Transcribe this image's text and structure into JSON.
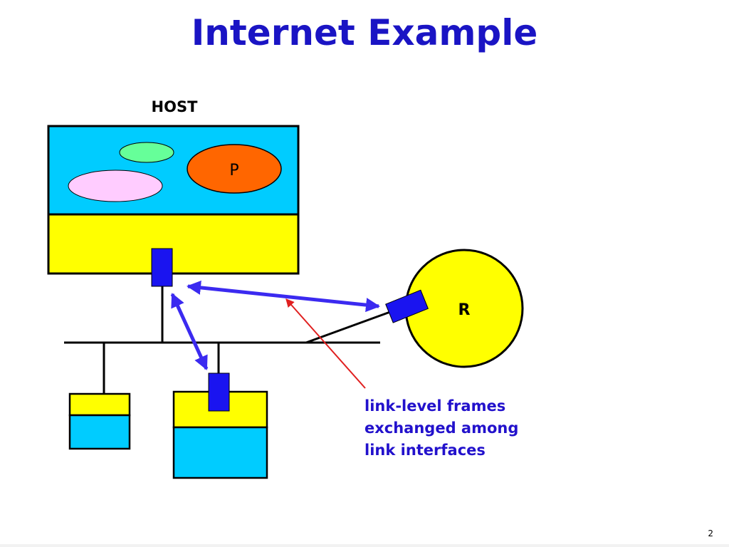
{
  "slide": {
    "title": "Internet Example",
    "page_number": "2"
  },
  "diagram": {
    "host_label": "HOST",
    "process_label": "P",
    "router_label": "R",
    "caption_lines": [
      "link-level frames",
      "exchanged among",
      "link interfaces"
    ]
  },
  "colors": {
    "title": "#1a14c4",
    "host_top": "#00ccff",
    "host_bottom": "#ffff00",
    "interface": "#1a14f0",
    "arrow": "#3b2af0",
    "pointer": "#e02020",
    "process": "#ff6600",
    "ellipse_green": "#66ff99",
    "ellipse_pink": "#ffccff",
    "router": "#ffff00"
  }
}
